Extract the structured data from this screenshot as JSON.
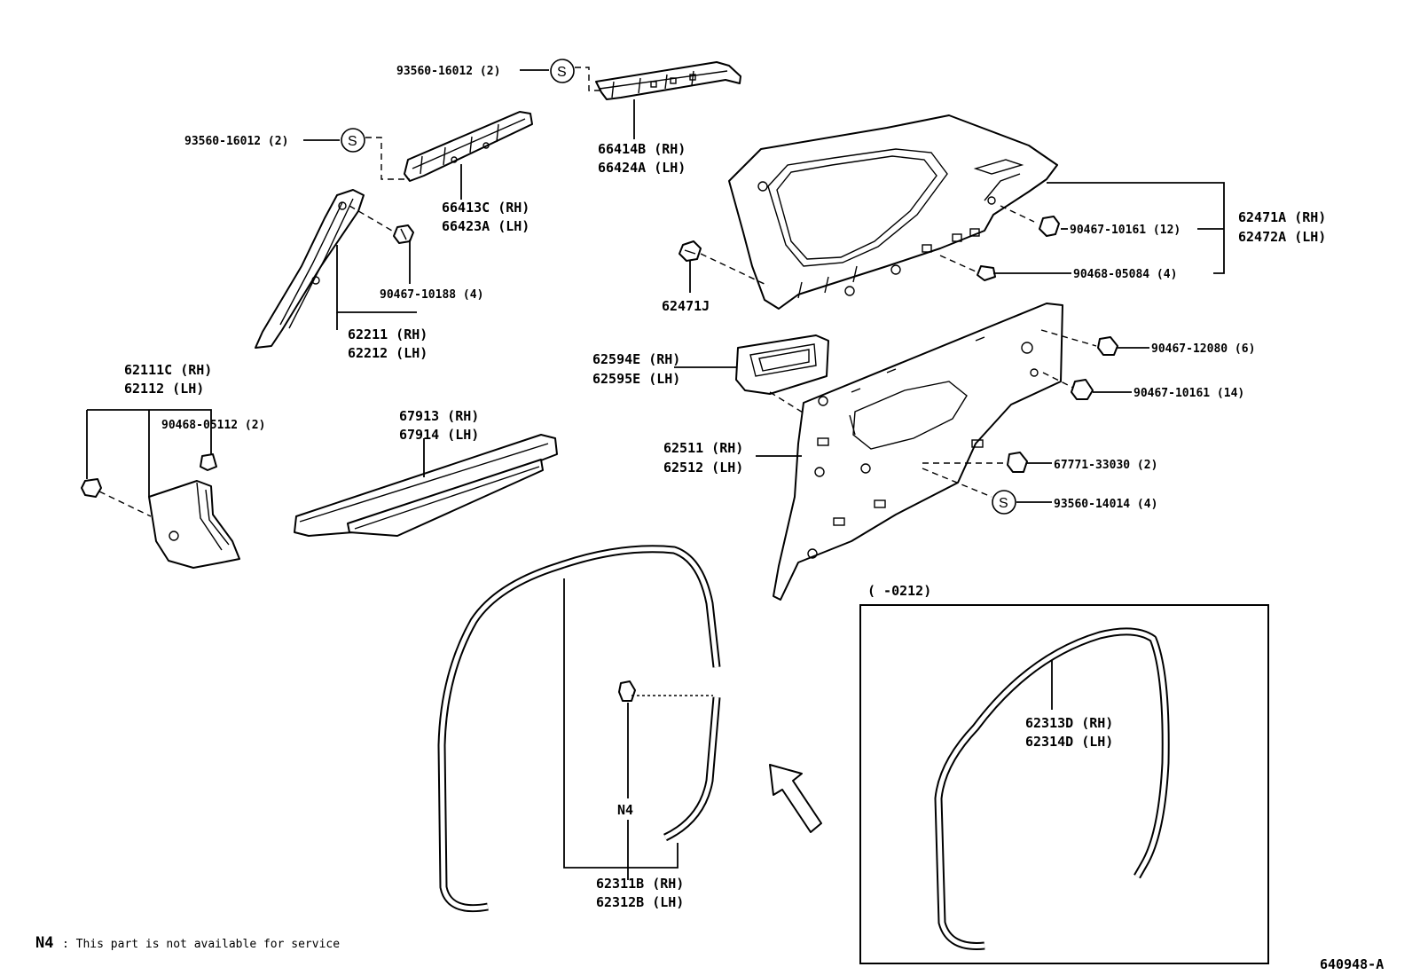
{
  "labels": {
    "top_seal_a": "93560-16012 (2)",
    "top_seal_b": "93560-16012 (2)",
    "rail_upper_rh": "66414B (RH)",
    "rail_upper_lh": "66424A (LH)",
    "rail_lower_rh": "66413C (RH)",
    "rail_lower_lh": "66423A (LH)",
    "clip_pillar": "90467-10188 (4)",
    "pillar_rh": "62211 (RH)",
    "pillar_lh": "62212 (LH)",
    "quarter_upper_rh": "62471A (RH)",
    "quarter_upper_lh": "62472A (LH)",
    "clip_upper_a": "90467-10161 (12)",
    "clip_upper_b": "90468-05084 (4)",
    "clip_62471j": "62471J",
    "cowl_rh": "62111C (RH)",
    "cowl_lh": "62112   (LH)",
    "clip_cowl": "90468-05112 (2)",
    "scuff_rh": "67913 (RH)",
    "scuff_lh": "67914 (LH)",
    "handle_rh": "62594E (RH)",
    "handle_lh": "62595E (LH)",
    "clip_lower_a": "90467-12080 (6)",
    "clip_lower_b": "90467-10161 (14)",
    "quarter_lower_rh": "62511 (RH)",
    "quarter_lower_lh": "62512 (LH)",
    "clip_lower_c": "67771-33030 (2)",
    "clip_lower_d": "93560-14014 (4)",
    "inset_range": "(      -0212)",
    "weather_inset_rh": "62313D (RH)",
    "weather_inset_lh": "62314D (LH)",
    "n4_marker": "N4",
    "weather_rh": "62311B (RH)",
    "weather_lh": "62312B (LH)",
    "footnote_key": "N4",
    "footnote_text": ": This part is not available for service",
    "drawing_id": "640948-A",
    "seal_letter": "S"
  }
}
